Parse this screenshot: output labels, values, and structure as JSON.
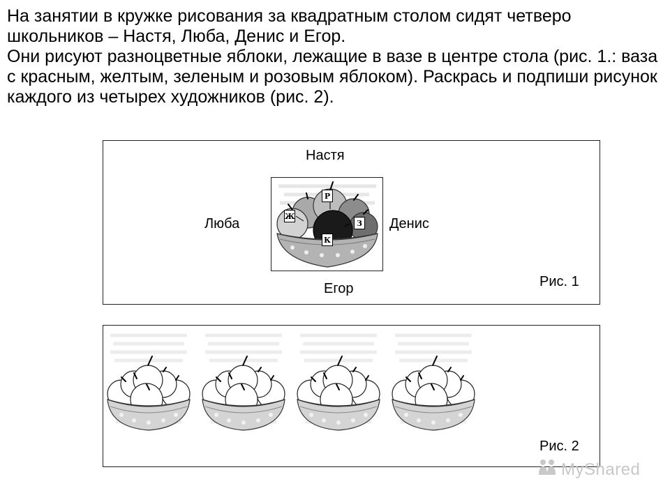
{
  "task": {
    "paragraph1": "На занятии в кружке рисования за квадратным столом сидят четверо школьников – Настя, Люба, Денис и Егор.",
    "paragraph2": "Они рисуют разноцветные яблоки, лежащие в вазе в центре стола (рис. 1.: ваза с красным, желтым, зеленым и розовым яблоком). Раскрась и подпиши рисунок каждого из четырех художников (рис. 2)."
  },
  "figure1": {
    "caption": "Рис. 1",
    "names": {
      "top": "Настя",
      "left": "Люба",
      "right": "Денис",
      "bottom": "Егор"
    },
    "apple_tags": {
      "back": "Р",
      "left": "Ж",
      "right": "З",
      "front": "К"
    }
  },
  "figure2": {
    "caption": "Рис. 2",
    "bowl_count": 4
  },
  "watermark": {
    "text": "MyShared"
  },
  "colors": {
    "border": "#222222",
    "watermark": "#c8c8c8",
    "apple_dark": "#1a1a1a"
  }
}
